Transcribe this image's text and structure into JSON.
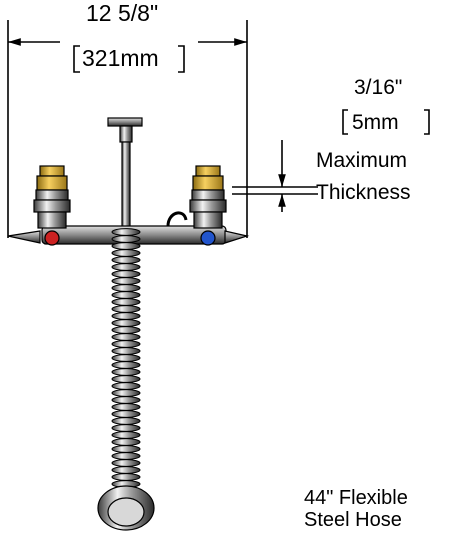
{
  "width_dimension": {
    "imperial": "12 5/8\"",
    "metric": "321mm"
  },
  "thickness_dimension": {
    "imperial": "3/16\"",
    "metric": "5mm",
    "caption_line1": "Maximum",
    "caption_line2": "Thickness"
  },
  "hose_callout": {
    "line1": "44\" Flexible",
    "line2": "Steel Hose"
  },
  "colors": {
    "line": "#000000",
    "handle_brass": "#f0c040",
    "handle_brass_dark": "#8a6a10",
    "hot_indicator": "#cc2222",
    "cold_indicator": "#2255cc",
    "chrome_light": "#e6e6e6",
    "chrome_mid": "#9a9a9a",
    "chrome_dark": "#3a3a3a"
  },
  "icons": [
    "faucet-illustration",
    "hose-coil"
  ]
}
